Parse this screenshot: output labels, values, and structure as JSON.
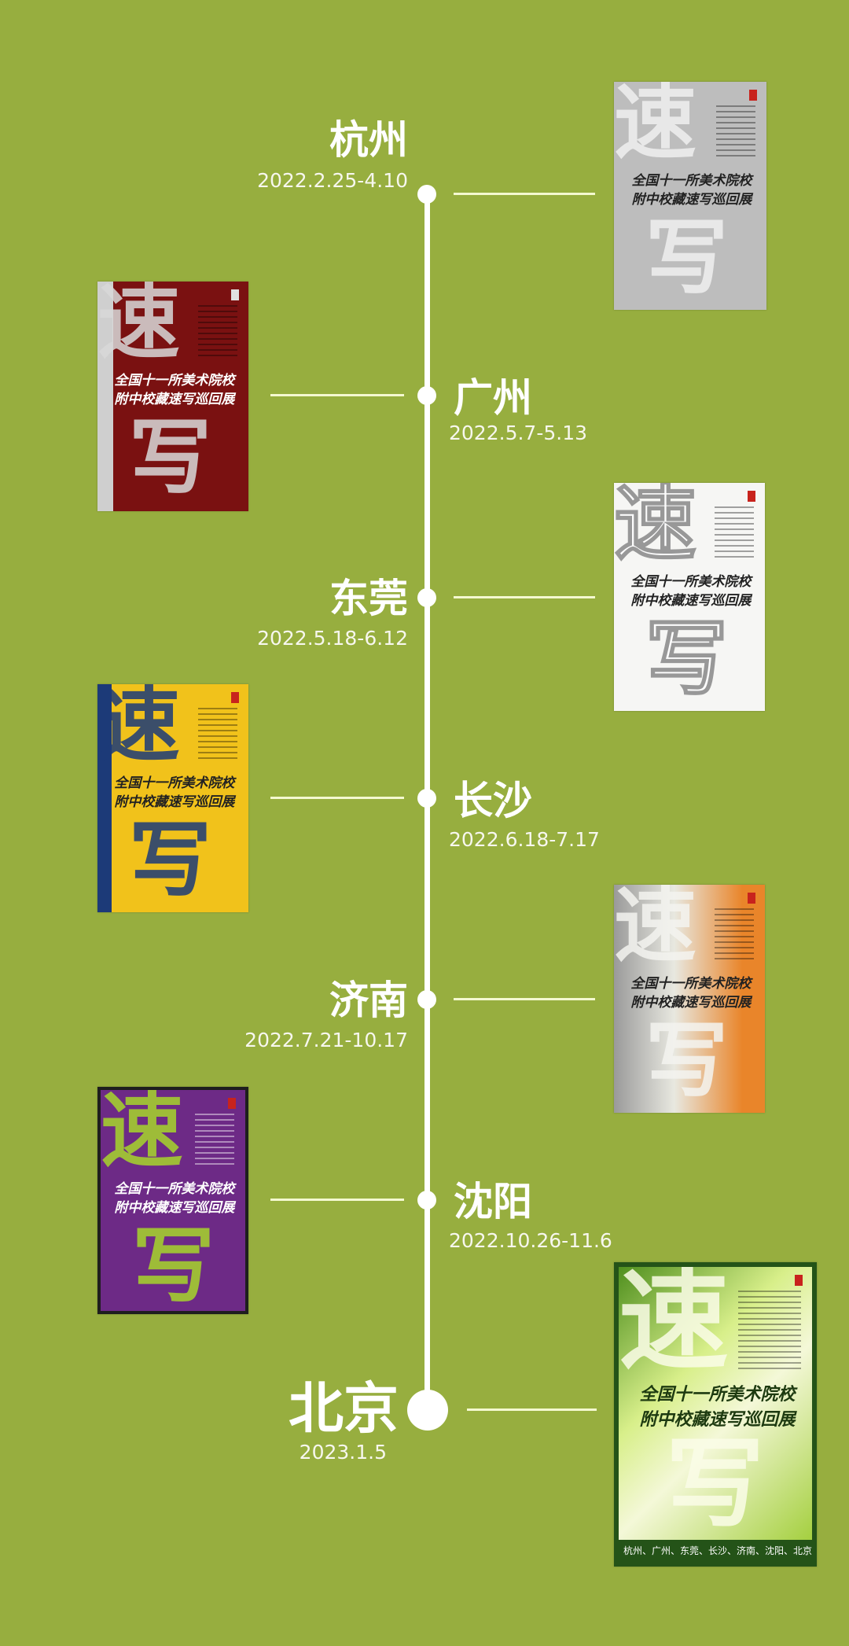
{
  "colors": {
    "background": "#97ae3f",
    "timeline": "#ffffff"
  },
  "poster_text": {
    "big_chars": [
      "速",
      "写"
    ],
    "title_line1": "全国十一所美术院校",
    "title_line2": "附中校藏速写巡回展",
    "cities": "杭州、广州、东莞、长沙、济南、沈阳、北京"
  },
  "stops": [
    {
      "city": "杭州",
      "date": "2022.2.25-4.10",
      "poster_color": "#bdbdbd"
    },
    {
      "city": "广州",
      "date": "2022.5.7-5.13",
      "poster_color": "#7a1111"
    },
    {
      "city": "东莞",
      "date": "2022.5.18-6.12",
      "poster_color": "#f6f6f4"
    },
    {
      "city": "长沙",
      "date": "2022.6.18-7.17",
      "poster_color": "#f1c21b"
    },
    {
      "city": "济南",
      "date": "2022.7.21-10.17",
      "poster_color": "#e9852a"
    },
    {
      "city": "沈阳",
      "date": "2022.10.26-11.6",
      "poster_color": "#6d2a86"
    },
    {
      "city": "北京",
      "date": "2023.1.5",
      "poster_color": "#b9dc3a"
    }
  ]
}
